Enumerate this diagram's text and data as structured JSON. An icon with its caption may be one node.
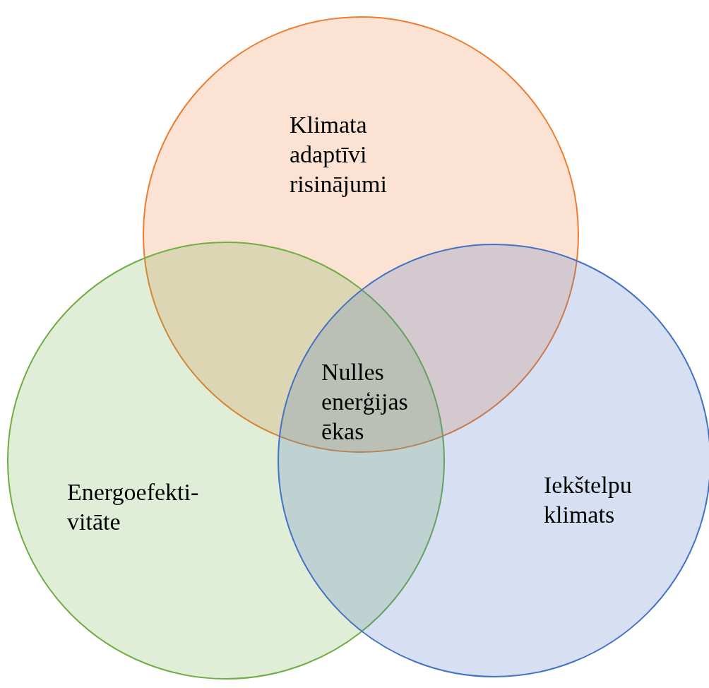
{
  "diagram": {
    "nodes": [
      {
        "text": [
          "Klimata adaptīvi risinājumi"
        ]
      },
      {
        "text": [
          "Energoefekti- vitāte"
        ]
      },
      {
        "text": [
          "Iekštelpu klimats"
        ]
      }
    ],
    "labels": [
      "Nulles enerģijas ēkas"
    ]
  }
}
